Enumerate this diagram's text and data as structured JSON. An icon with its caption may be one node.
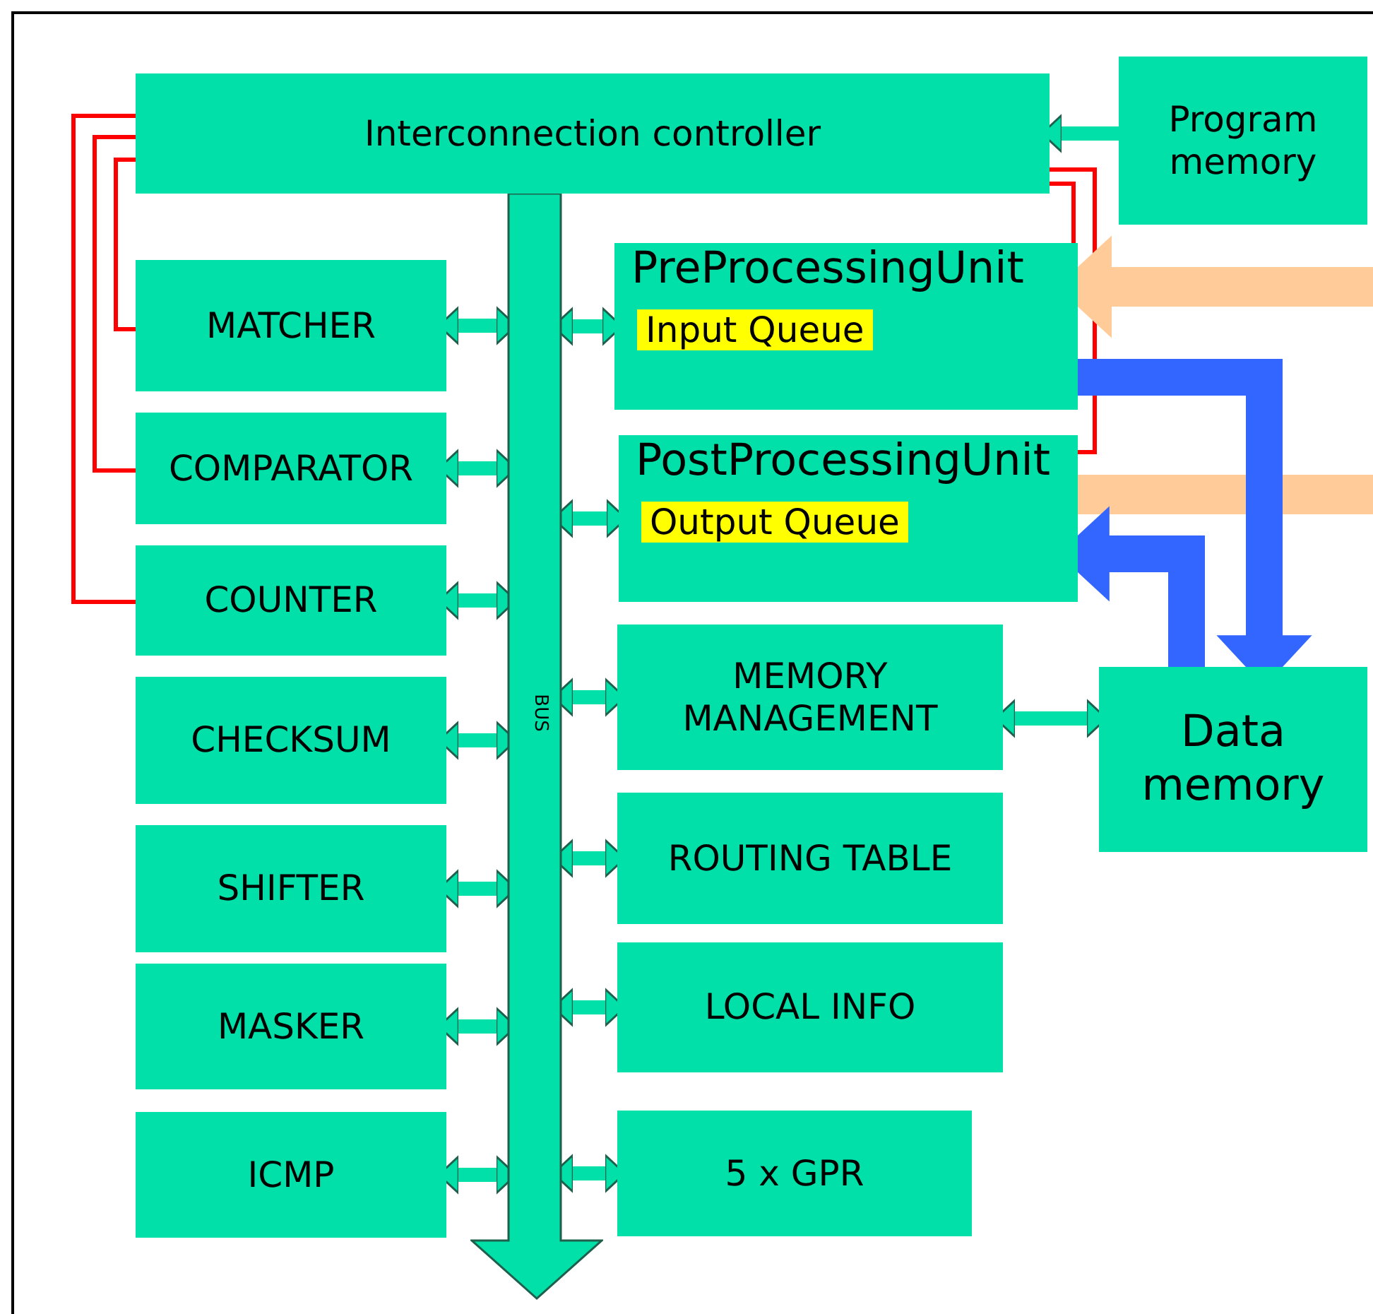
{
  "diagram": {
    "nodes": [
      {
        "text": [
          "Interconnection controller"
        ]
      },
      {
        "text": [
          "Program memory"
        ]
      },
      {
        "text": [
          "PreProcessingUnit",
          "Input Queue"
        ]
      },
      {
        "text": [
          "PostProcessingUnit",
          "Output Queue"
        ]
      },
      {
        "text": [
          "MATCHER"
        ]
      },
      {
        "text": [
          "COMPARATOR"
        ]
      },
      {
        "text": [
          "COUNTER"
        ]
      },
      {
        "text": [
          "CHECKSUM"
        ]
      },
      {
        "text": [
          "SHIFTER"
        ]
      },
      {
        "text": [
          "MASKER"
        ]
      },
      {
        "text": [
          "ICMP"
        ]
      },
      {
        "text": [
          "MEMORY MANAGEMENT"
        ]
      },
      {
        "text": [
          "ROUTING TABLE"
        ]
      },
      {
        "text": [
          "LOCAL INFO"
        ]
      },
      {
        "text": [
          "5 x GPR"
        ]
      },
      {
        "text": [
          "Data memory"
        ]
      },
      {
        "text": [
          "BUS"
        ]
      }
    ],
    "edges": [
      {
        "from": 1,
        "to": 0,
        "arrow": "to"
      },
      {
        "from": 0,
        "to": 4,
        "arrow": "none",
        "color": "#ff0000"
      },
      {
        "from": 0,
        "to": 5,
        "arrow": "none",
        "color": "#ff0000"
      },
      {
        "from": 0,
        "to": 6,
        "arrow": "none",
        "color": "#ff0000"
      },
      {
        "from": 0,
        "to": 2,
        "arrow": "none",
        "color": "#ff0000"
      },
      {
        "from": 0,
        "to": 3,
        "arrow": "none",
        "color": "#ff0000"
      },
      {
        "from": 4,
        "to": 16,
        "arrow": "both"
      },
      {
        "from": 5,
        "to": 16,
        "arrow": "both"
      },
      {
        "from": 6,
        "to": 16,
        "arrow": "both"
      },
      {
        "from": 7,
        "to": 16,
        "arrow": "both"
      },
      {
        "from": 8,
        "to": 16,
        "arrow": "both"
      },
      {
        "from": 9,
        "to": 16,
        "arrow": "both"
      },
      {
        "from": 10,
        "to": 16,
        "arrow": "both"
      },
      {
        "from": 16,
        "to": 2,
        "arrow": "both"
      },
      {
        "from": 16,
        "to": 3,
        "arrow": "both"
      },
      {
        "from": 16,
        "to": 11,
        "arrow": "both"
      },
      {
        "from": 16,
        "to": 12,
        "arrow": "both"
      },
      {
        "from": 16,
        "to": 13,
        "arrow": "both"
      },
      {
        "from": 16,
        "to": 14,
        "arrow": "both"
      },
      {
        "from": null,
        "to": 2,
        "arrow": "to",
        "style": "thick",
        "color": "#ffcc99"
      },
      {
        "from": 3,
        "to": null,
        "arrow": "none",
        "style": "thick",
        "color": "#ffcc99"
      },
      {
        "from": 2,
        "to": 15,
        "arrow": "to",
        "style": "thick",
        "color": "#3366ff"
      },
      {
        "from": 15,
        "to": 3,
        "arrow": "to",
        "style": "thick",
        "color": "#3366ff"
      },
      {
        "from": 11,
        "to": 15,
        "arrow": "both"
      }
    ]
  }
}
